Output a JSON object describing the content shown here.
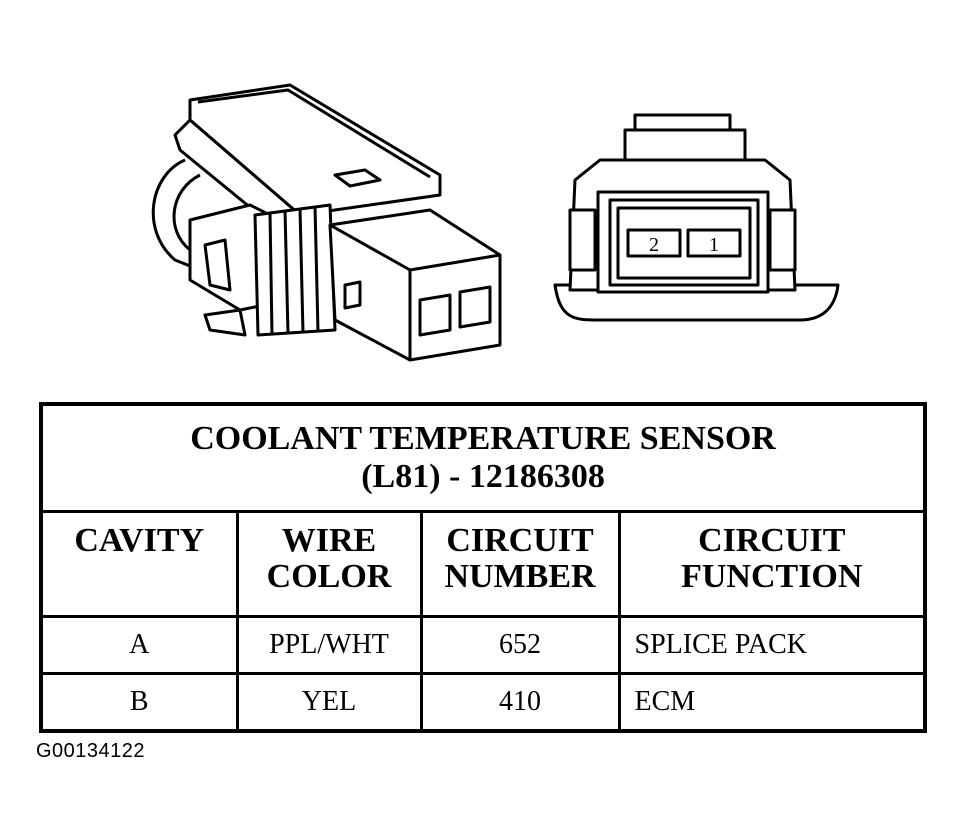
{
  "connector_face": {
    "pin_labels": [
      "2",
      "1"
    ]
  },
  "table": {
    "title_line1": "COOLANT TEMPERATURE SENSOR",
    "title_line2": "(L81) - 12186308",
    "headers": [
      [
        "CAVITY"
      ],
      [
        "WIRE",
        "COLOR"
      ],
      [
        "CIRCUIT",
        "NUMBER"
      ],
      [
        "CIRCUIT",
        "FUNCTION"
      ]
    ],
    "rows": [
      {
        "cavity": "A",
        "wire_color": "PPL/WHT",
        "circuit_number": "652",
        "circuit_function": "SPLICE PACK"
      },
      {
        "cavity": "B",
        "wire_color": "YEL",
        "circuit_number": "410",
        "circuit_function": "ECM"
      }
    ]
  },
  "figure_code": "G00134122"
}
